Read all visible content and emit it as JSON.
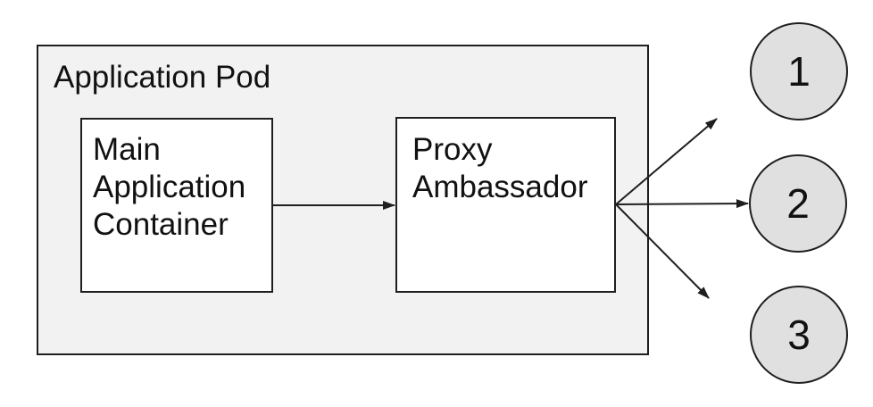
{
  "diagram": {
    "pod": {
      "label": "Application Pod"
    },
    "containers": [
      {
        "id": "main-application-container",
        "label": "Main Application Container"
      },
      {
        "id": "proxy-ambassador",
        "label": "Proxy Ambassador"
      }
    ],
    "nodes": [
      {
        "label": "1"
      },
      {
        "label": "2"
      },
      {
        "label": "3"
      }
    ],
    "edges": [
      {
        "from": "Main Application Container",
        "to": "Proxy Ambassador"
      },
      {
        "from": "Proxy Ambassador",
        "to": "1"
      },
      {
        "from": "Proxy Ambassador",
        "to": "2"
      },
      {
        "from": "Proxy Ambassador",
        "to": "3"
      }
    ],
    "colors": {
      "stroke": "#1f1f1f",
      "pod_fill": "#f2f2f2",
      "box_fill": "#ffffff",
      "node_fill": "#e0e0e0"
    }
  }
}
